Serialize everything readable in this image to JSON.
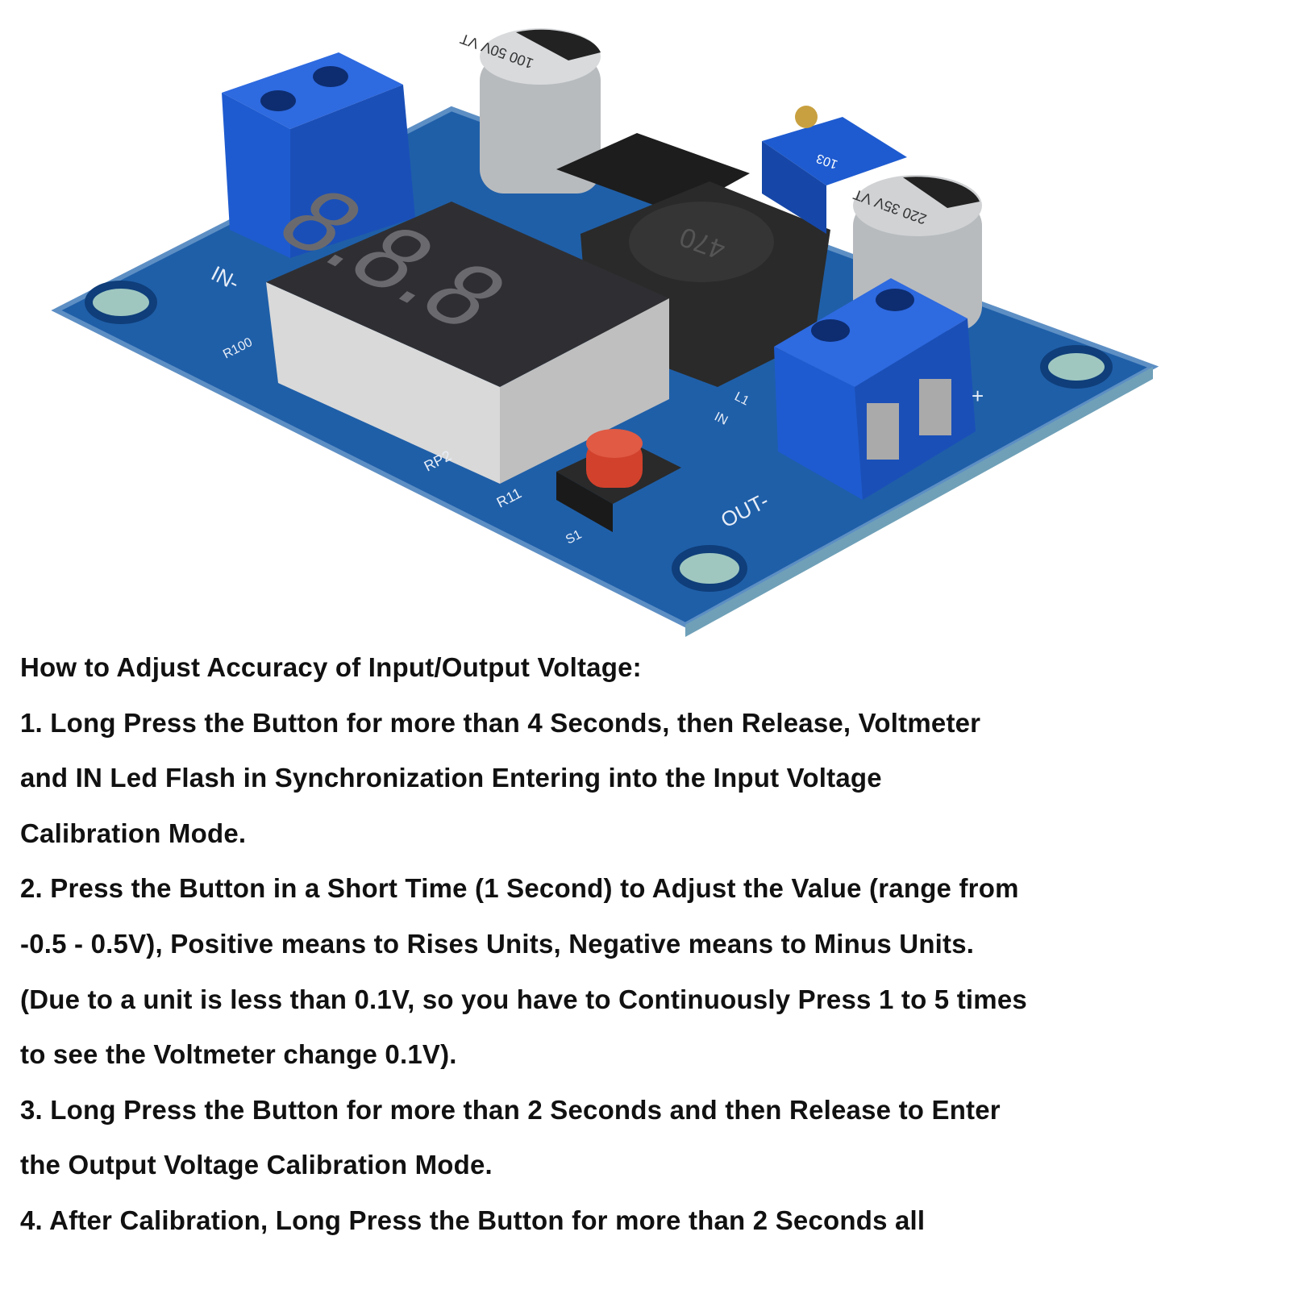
{
  "board": {
    "display_digits": "8.8.8",
    "labels": {
      "in_minus": "IN-",
      "out_minus": "OUT-",
      "plus": "+",
      "rp2": "RP2",
      "r11": "R11",
      "s1": "S1",
      "r100": "R100",
      "in": "IN",
      "l1": "L1",
      "cap_large": "220 35V VT",
      "cap_small": "100 50V VT",
      "inductor": "470",
      "trimmer": "103"
    },
    "colors": {
      "pcb": "#1f5fa8",
      "terminal": "#1e5bd0",
      "button": "#d2412c"
    }
  },
  "instructions": {
    "title": "How to Adjust Accuracy of Input/Output Voltage:",
    "lines": [
      "1. Long Press the Button for more than 4 Seconds, then Release, Voltmeter",
      "and IN Led Flash in Synchronization Entering into the Input Voltage",
      "Calibration Mode.",
      "2. Press the Button in a Short Time (1 Second) to Adjust the Value (range from",
      "-0.5 - 0.5V), Positive means to Rises Units, Negative means to Minus Units.",
      "(Due to a unit is less than 0.1V, so you have to Continuously Press 1 to 5 times",
      "to see the Voltmeter change 0.1V).",
      "3. Long Press the Button for more than 2 Seconds and then Release to Enter",
      "the Output Voltage Calibration Mode.",
      "4. After Calibration, Long Press the Button for more than 2 Seconds all"
    ]
  }
}
